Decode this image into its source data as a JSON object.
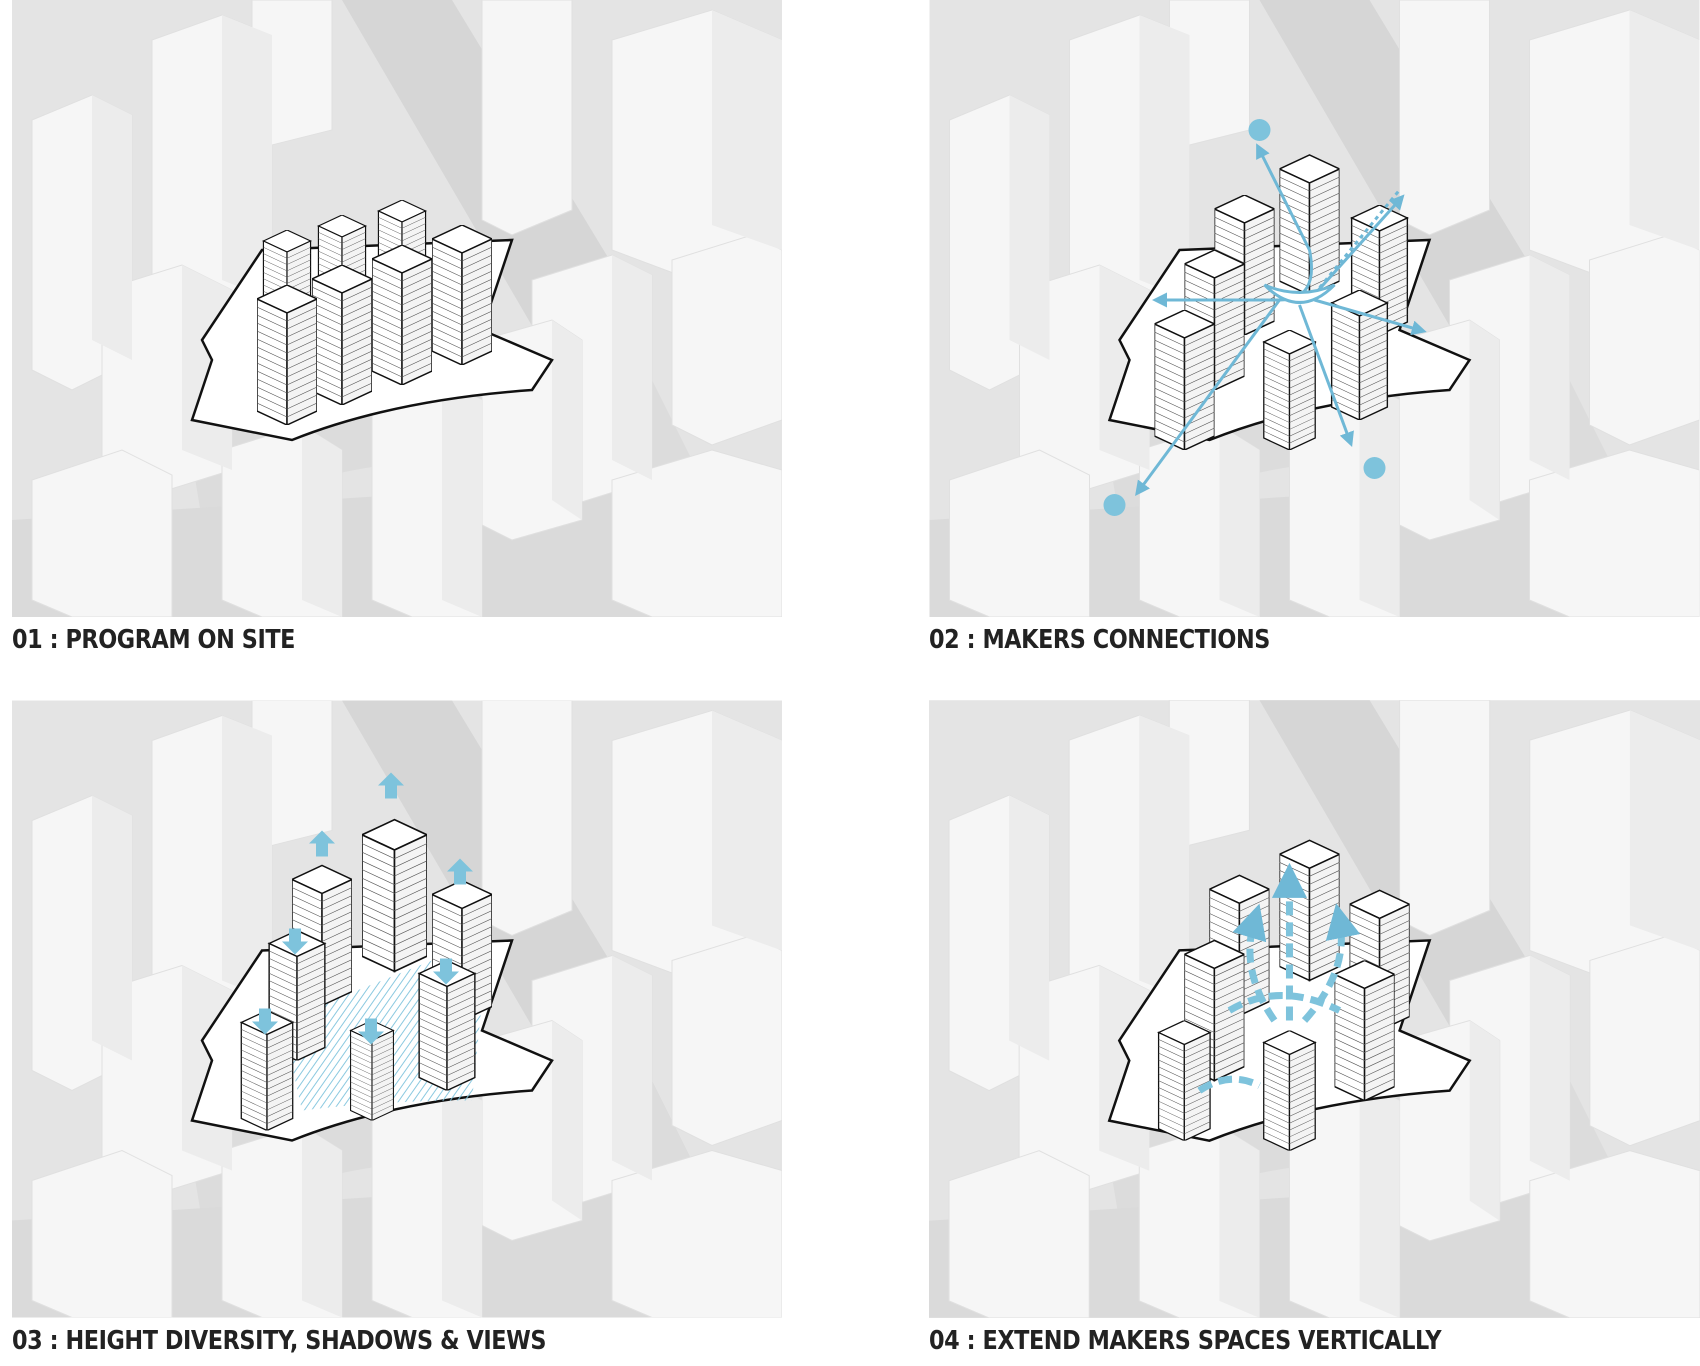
{
  "figure": {
    "panels": [
      {
        "id": "p1",
        "caption": "01 : PROGRAM ON SITE"
      },
      {
        "id": "p2",
        "caption": "02 : MAKERS CONNECTIONS"
      },
      {
        "id": "p3",
        "caption": "03 : HEIGHT DIVERSITY, SHADOWS & VIEWS"
      },
      {
        "id": "p4",
        "caption": "04 : EXTEND MAKERS SPACES VERTICALLY"
      }
    ]
  },
  "colors": {
    "background": "#e6e6e6",
    "context_building": "#f7f7f7",
    "road": "#d9d9d9",
    "outline": "#111111",
    "accent": "#7ec3dc"
  }
}
